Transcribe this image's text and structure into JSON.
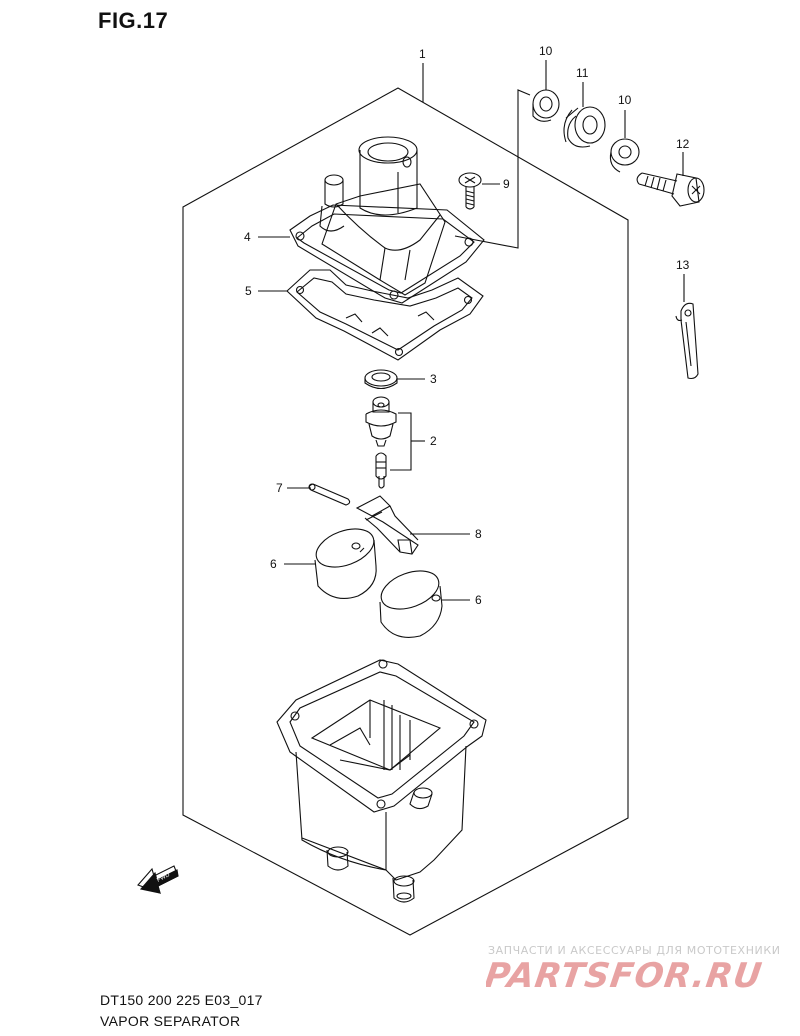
{
  "figure": {
    "title": "FIG.17"
  },
  "callouts": [
    {
      "id": "c1",
      "text": "1"
    },
    {
      "id": "c10a",
      "text": "10"
    },
    {
      "id": "c11",
      "text": "11"
    },
    {
      "id": "c10b",
      "text": "10"
    },
    {
      "id": "c12",
      "text": "12"
    },
    {
      "id": "c9",
      "text": "9"
    },
    {
      "id": "c4",
      "text": "4"
    },
    {
      "id": "c5",
      "text": "5"
    },
    {
      "id": "c13",
      "text": "13"
    },
    {
      "id": "c3",
      "text": "3"
    },
    {
      "id": "c2",
      "text": "2"
    },
    {
      "id": "c7",
      "text": "7"
    },
    {
      "id": "c8",
      "text": "8"
    },
    {
      "id": "c6a",
      "text": "6"
    },
    {
      "id": "c6b",
      "text": "6"
    }
  ],
  "fwd_label": "FWD",
  "footer": {
    "model_code": "DT150 200 225 E03_017",
    "name": "VAPOR SEPARATOR"
  },
  "watermark": {
    "tagline": "ЗАПЧАСТИ И АКСЕССУАРЫ ДЛЯ МОТОТЕХНИКИ",
    "logo_text": "PARTSFOR.RU",
    "color": "#e8a3a3"
  }
}
